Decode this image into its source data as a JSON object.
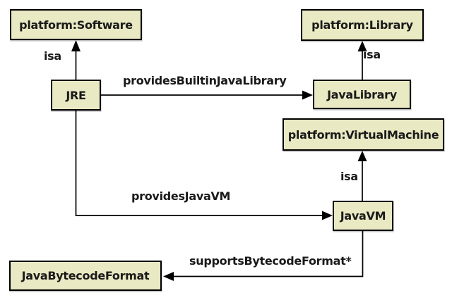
{
  "diagram": {
    "type": "ontology-graph",
    "nodes": {
      "platform_software": {
        "label": "platform:Software"
      },
      "platform_library": {
        "label": "platform:Library"
      },
      "jre": {
        "label": "JRE"
      },
      "java_library": {
        "label": "JavaLibrary"
      },
      "platform_virtualmachine": {
        "label": "platform:VirtualMachine"
      },
      "java_vm": {
        "label": "JavaVM"
      },
      "java_bytecode_format": {
        "label": "JavaBytecodeFormat"
      }
    },
    "edges": {
      "isa_jre_software": {
        "label": "isa",
        "from": "JRE",
        "to": "platform:Software"
      },
      "provides_builtin_java_library": {
        "label": "providesBuiltinJavaLibrary",
        "from": "JRE",
        "to": "JavaLibrary"
      },
      "isa_javalibrary_library": {
        "label": "isa",
        "from": "JavaLibrary",
        "to": "platform:Library"
      },
      "isa_javavm_virtualmachine": {
        "label": "isa",
        "from": "JavaVM",
        "to": "platform:VirtualMachine"
      },
      "provides_java_vm": {
        "label": "providesJavaVM",
        "from": "JRE",
        "to": "JavaVM"
      },
      "supports_bytecode_format": {
        "label": "supportsBytecodeFormat*",
        "from": "JavaVM",
        "to": "JavaBytecodeFormat"
      }
    },
    "colors": {
      "background": "#ffffff",
      "node_fill": "#e9e9c3",
      "node_border": "#000000",
      "edge": "#000000",
      "text": "#1a1a1a"
    }
  }
}
